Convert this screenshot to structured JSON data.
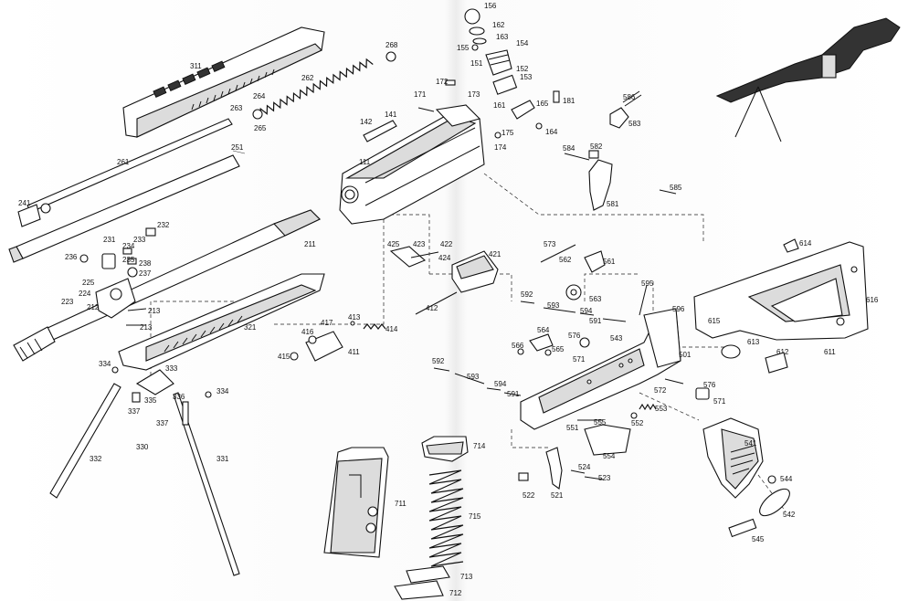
{
  "diagram": {
    "part_numbers": {
      "p311": "311",
      "p268": "268",
      "p262": "262",
      "p264": "264",
      "p263": "263",
      "p265": "265",
      "p261": "261",
      "p251": "251",
      "p241": "241",
      "p211": "211",
      "p231": "231",
      "p232": "232",
      "p233": "233",
      "p234": "234",
      "p235": "235",
      "p236": "236",
      "p238": "238",
      "p237": "237",
      "p225": "225",
      "p224": "224",
      "p223": "223",
      "p212": "212",
      "p213a": "213",
      "p213b": "213",
      "p321": "321",
      "p334a": "334",
      "p333": "333",
      "p335": "335",
      "p336": "336",
      "p334b": "334",
      "p337a": "337",
      "p337b": "337",
      "p330": "330",
      "p332": "332",
      "p331": "331",
      "p171": "171",
      "p142": "142",
      "p141": "141",
      "p111": "111",
      "p156": "156",
      "p162": "162",
      "p163": "163",
      "p155": "155",
      "p154": "154",
      "p151": "151",
      "p152": "152",
      "p153": "153",
      "p172": "172",
      "p173": "173",
      "p161": "161",
      "p165": "165",
      "p181": "181",
      "p175": "175",
      "p164": "164",
      "p174": "174",
      "p586": "586",
      "p583": "583",
      "p584": "584",
      "p582": "582",
      "p581": "581",
      "p585": "585",
      "p425": "425",
      "p423": "423",
      "p422": "422",
      "p424": "424",
      "p421": "421",
      "p412": "412",
      "p413": "413",
      "p416": "416",
      "p417": "417",
      "p414": "414",
      "p415": "415",
      "p411": "411",
      "p573": "573",
      "p562": "562",
      "p561": "561",
      "p563": "563",
      "p592a": "592",
      "p593a": "593",
      "p594a": "594",
      "p591a": "591",
      "p595": "595",
      "p596": "596",
      "p564": "564",
      "p566": "566",
      "p565": "565",
      "p576a": "576",
      "p571a": "571",
      "p543": "543",
      "p501": "501",
      "p572": "572",
      "p576b": "576",
      "p571b": "571",
      "p553": "553",
      "p552": "552",
      "p551": "551",
      "p555": "555",
      "p554": "554",
      "p592b": "592",
      "p593b": "593",
      "p594b": "594",
      "p591b": "591",
      "p614": "614",
      "p616": "616",
      "p615": "615",
      "p613": "613",
      "p612": "612",
      "p611": "611",
      "p541": "541",
      "p544": "544",
      "p542": "542",
      "p545": "545",
      "p524": "524",
      "p523": "523",
      "p522": "522",
      "p521": "521",
      "p714": "714",
      "p711": "711",
      "p715": "715",
      "p713": "713",
      "p712": "712"
    }
  }
}
